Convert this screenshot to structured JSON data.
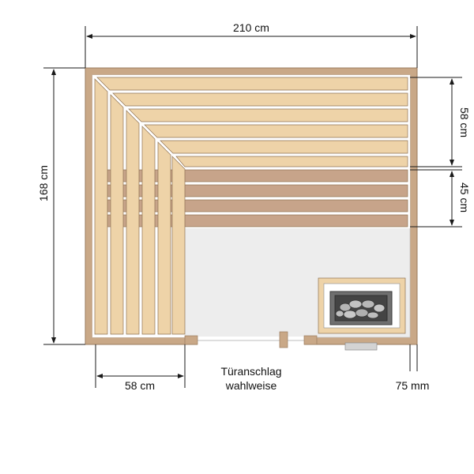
{
  "dimensions": {
    "width_label": "210 cm",
    "height_label": "168 cm",
    "upper_bench_depth_label": "58 cm",
    "lower_bench_depth_label": "45 cm",
    "side_bench_width_label": "58 cm",
    "wall_thickness_label": "75 mm"
  },
  "door_note": {
    "line1": "Türanschlag",
    "line2": "wahlweise"
  },
  "colors": {
    "wall": "#c9a887",
    "wall_stroke": "#9b7c5f",
    "floor": "#ededed",
    "upper_bench": "#eed3a8",
    "lower_bench": "#c7a48a",
    "bench_stroke": "#8f7253",
    "line": "#1a1a1a"
  },
  "icons": {
    "stove": "sauna-stove-icon"
  }
}
